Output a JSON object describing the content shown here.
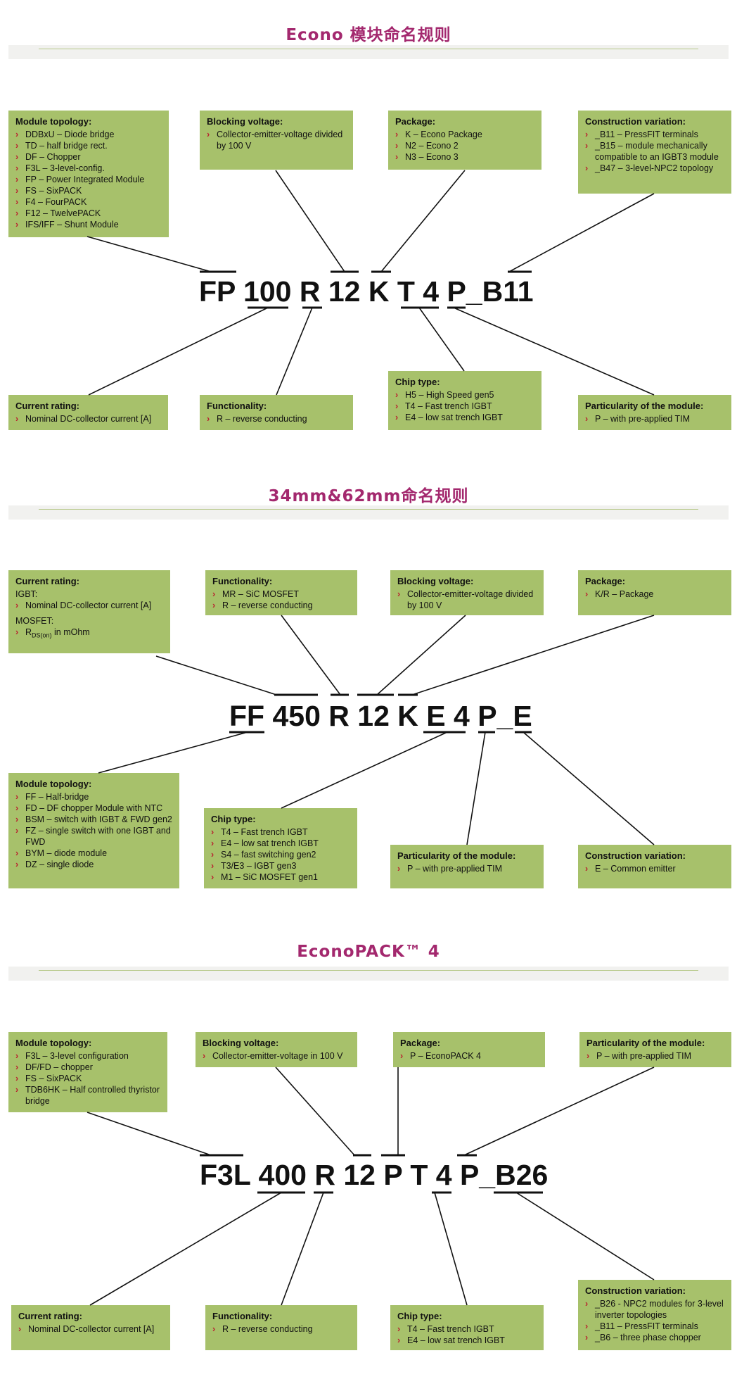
{
  "sections": [
    {
      "title": "Econo 模块命名规则",
      "code": "FP 100 R 12 K T 4 P_B11",
      "boxes": {
        "topology": {
          "title": "Module topology:",
          "items": [
            "DDBxU – Diode bridge",
            "TD – half bridge rect.",
            "DF – Chopper",
            "F3L – 3-level-config.",
            "FP – Power Integrated Module",
            "FS – SixPACK",
            "F4 – FourPACK",
            "F12 – TwelvePACK",
            "IFS/IFF – Shunt Module"
          ]
        },
        "blocking": {
          "title": "Blocking voltage:",
          "items": [
            "Collector-emitter-voltage divided by 100 V"
          ]
        },
        "package": {
          "title": "Package:",
          "items": [
            "K – Econo Package",
            "N2 – Econo 2",
            "N3 – Econo 3"
          ]
        },
        "construction": {
          "title": "Construction variation:",
          "items": [
            "_B11 – PressFIT terminals",
            "_B15 – module mechanically compatible to an IGBT3 module",
            "_B47 – 3-level-NPC2 topology"
          ]
        },
        "current": {
          "title": "Current rating:",
          "items": [
            "Nominal DC-collector current [A]"
          ]
        },
        "functionality": {
          "title": "Functionality:",
          "items": [
            "R – reverse conducting"
          ]
        },
        "chip": {
          "title": "Chip type:",
          "items": [
            "H5 – High Speed gen5",
            "T4 – Fast trench IGBT",
            "E4 – low sat trench IGBT"
          ]
        },
        "particularity": {
          "title": "Particularity of the module:",
          "items": [
            "P – with pre-applied TIM"
          ]
        }
      }
    },
    {
      "title": "34mm&62mm命名规则",
      "code": "FF 450 R 12 K E 4 P_E",
      "boxes": {
        "current": {
          "title": "Current rating:",
          "igbt_label": "IGBT:",
          "igbt_item": "Nominal DC-collector current [A]",
          "mosfet_label": "MOSFET:",
          "mosfet_r": "R",
          "mosfet_sub": "DS(on)",
          "mosfet_unit": " in mOhm"
        },
        "functionality": {
          "title": "Functionality:",
          "items": [
            "MR – SiC MOSFET",
            "R – reverse conducting"
          ]
        },
        "blocking": {
          "title": "Blocking voltage:",
          "items": [
            "Collector-emitter-voltage divided by 100 V"
          ]
        },
        "package": {
          "title": "Package:",
          "items": [
            "K/R – Package"
          ]
        },
        "topology": {
          "title": "Module topology:",
          "items": [
            "FF – Half-bridge",
            "FD – DF chopper Module with NTC",
            "BSM – switch with IGBT & FWD gen2",
            "FZ – single switch with one IGBT and FWD",
            "BYM – diode module",
            "DZ – single diode"
          ]
        },
        "chip": {
          "title": "Chip type:",
          "items": [
            "T4 – Fast trench IGBT",
            "E4 – low sat trench IGBT",
            "S4 – fast switching gen2",
            "T3/E3 – IGBT gen3",
            "M1 – SiC MOSFET gen1"
          ]
        },
        "particularity": {
          "title": "Particularity of the module:",
          "items": [
            "P – with pre-applied TIM"
          ]
        },
        "construction": {
          "title": "Construction variation:",
          "items": [
            "E – Common emitter"
          ]
        }
      }
    },
    {
      "title": "EconoPACK™ 4",
      "code": "F3L 400 R 12 P T 4 P_B26",
      "boxes": {
        "topology": {
          "title": "Module topology:",
          "items": [
            "F3L – 3-level configuration",
            "DF/FD – chopper",
            "FS – SixPACK",
            "TDB6HK – Half controlled thyristor bridge"
          ]
        },
        "blocking": {
          "title": "Blocking voltage:",
          "items": [
            "Collector-emitter-voltage in 100 V"
          ]
        },
        "package": {
          "title": "Package:",
          "items": [
            "P – EconoPACK 4"
          ]
        },
        "particularity": {
          "title": "Particularity of the module:",
          "items": [
            "P – with pre-applied TIM"
          ]
        },
        "current": {
          "title": "Current rating:",
          "items": [
            "Nominal DC-collector current [A]"
          ]
        },
        "functionality": {
          "title": "Functionality:",
          "items": [
            "R – reverse conducting"
          ]
        },
        "chip": {
          "title": "Chip type:",
          "items": [
            "T4 – Fast trench IGBT",
            "E4 – low sat trench IGBT"
          ]
        },
        "construction": {
          "title": "Construction variation:",
          "items": [
            "_B26 - NPC2 modules for 3-level inverter topologies",
            "_B11 – PressFIT terminals",
            "_B6 – three phase chopper"
          ]
        }
      }
    }
  ],
  "bullet": "›",
  "colors": {
    "title": "#a3286e",
    "box": "#a7c16b",
    "bullet": "#b8242f",
    "band": "#f1f1ef"
  }
}
